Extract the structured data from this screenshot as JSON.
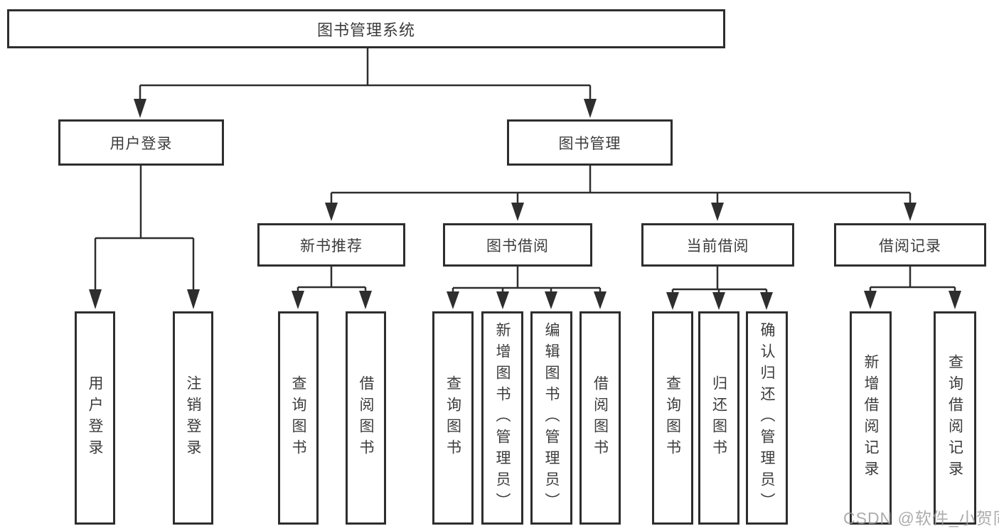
{
  "diagram": {
    "root": "图书管理系统",
    "branches": [
      {
        "label": "用户登录",
        "children": [
          "用户登录",
          "注销登录"
        ]
      },
      {
        "label": "图书管理",
        "sections": [
          {
            "label": "新书推荐",
            "children": [
              "查询图书",
              "借阅图书"
            ]
          },
          {
            "label": "图书借阅",
            "children": [
              "查询图书",
              "新增图书（管理员）",
              "编辑图书（管理员）",
              "借阅图书"
            ]
          },
          {
            "label": "当前借阅",
            "children": [
              "查询图书",
              "归还图书",
              "确认归还（管理员）"
            ]
          },
          {
            "label": "借阅记录",
            "children": [
              "新增借阅记录",
              "查询借阅记录"
            ]
          }
        ]
      }
    ]
  },
  "watermark": {
    "text": "CSDN @软件_小贺同学"
  },
  "colors": {
    "line": "#2e2e2e",
    "text": "#3c3c3c",
    "watermark": "#9e9e9e",
    "background": "#ffffff"
  }
}
